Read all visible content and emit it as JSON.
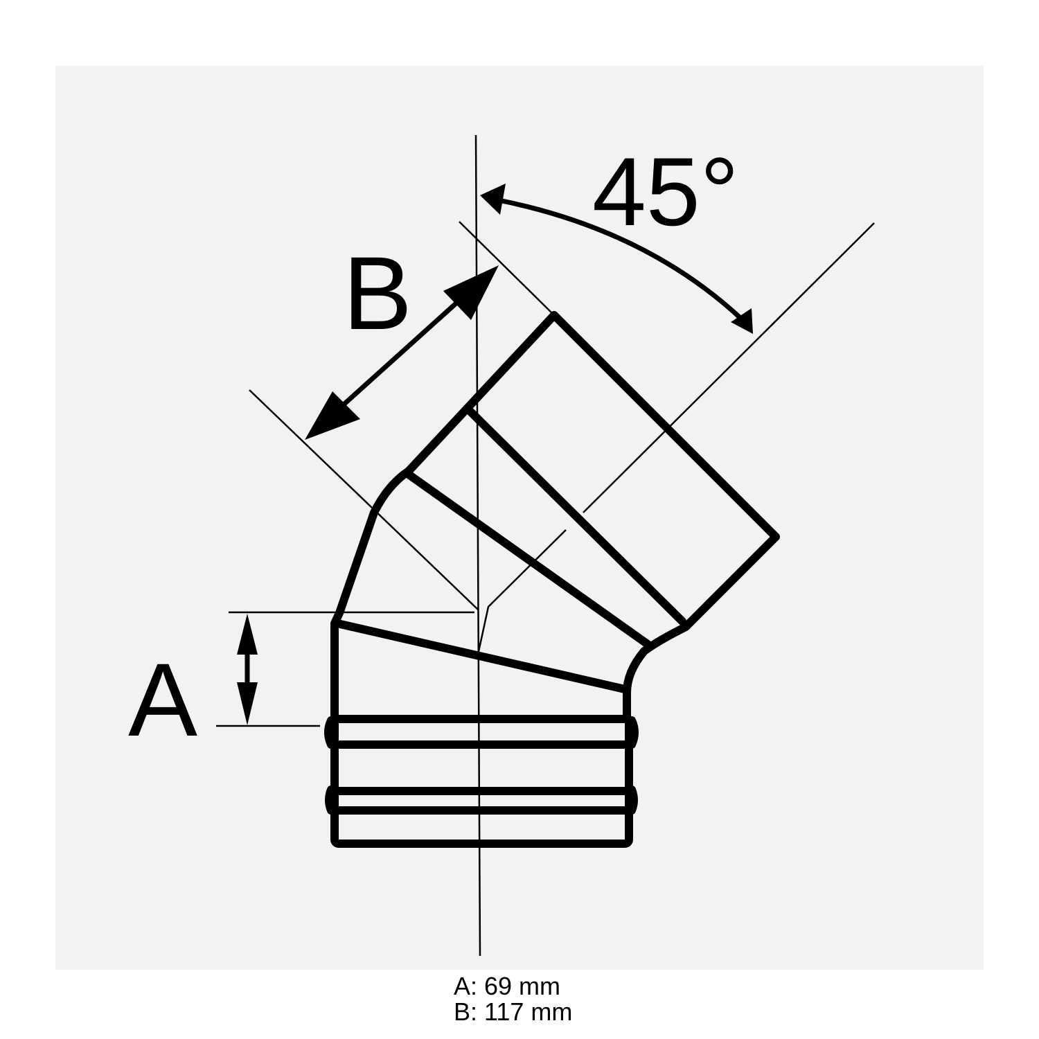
{
  "labels": {
    "a": "A",
    "b": "B",
    "angle": "45°"
  },
  "dimensions": [
    {
      "label": "A: 69 mm"
    },
    {
      "label": "B: 117 mm"
    }
  ],
  "colors": {
    "background": "#f3f2f0",
    "line": "#000000"
  }
}
